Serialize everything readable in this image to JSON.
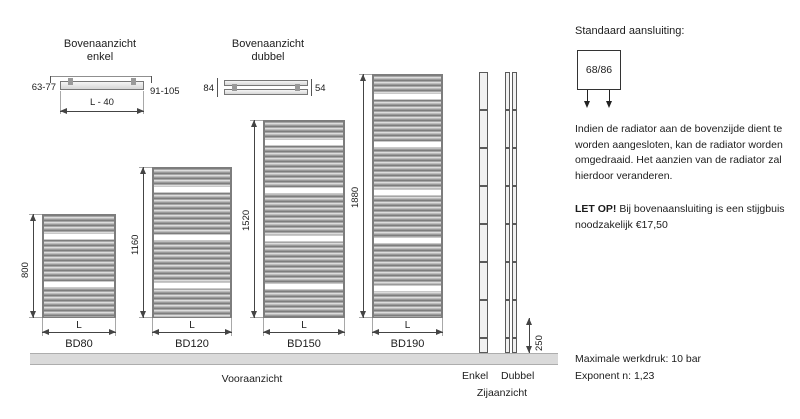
{
  "top_view_single": {
    "title": "Bovenaanzicht",
    "subtitle": "enkel",
    "dim_left": "63-77",
    "dim_right": "91-105",
    "dim_width": "L - 40"
  },
  "top_view_double": {
    "title": "Bovenaanzicht",
    "subtitle": "dubbel",
    "dim_left": "84",
    "dim_right": "54"
  },
  "radiators": [
    {
      "model": "BD80",
      "height": "800",
      "height_mm": 800,
      "width_label": "L"
    },
    {
      "model": "BD120",
      "height": "1160",
      "height_mm": 1160,
      "width_label": "L"
    },
    {
      "model": "BD150",
      "height": "1520",
      "height_mm": 1520,
      "width_label": "L"
    },
    {
      "model": "BD190",
      "height": "1880",
      "height_mm": 1880,
      "width_label": "L"
    }
  ],
  "front_view_caption": "Vooraanzicht",
  "side_view": {
    "floor_offset": "250",
    "label_single": "Enkel",
    "label_double": "Dubbel",
    "caption": "Zijaanzicht"
  },
  "info_panel": {
    "heading": "Standaard aansluiting:",
    "connection_size": "68/86",
    "paragraph": "Indien de radiator aan de bovenzijde dient te worden aangesloten, kan de radiator worden omgedraaid. Het aanzien van de radiator zal hierdoor veranderen.",
    "warning_label": "LET OP!",
    "warning_text": " Bij bovenaansluiting is een stijgbuis noodzakelijk €17,50",
    "max_pressure": "Maximale werkdruk: 10 bar",
    "exponent": "Exponent n: 1,23"
  }
}
